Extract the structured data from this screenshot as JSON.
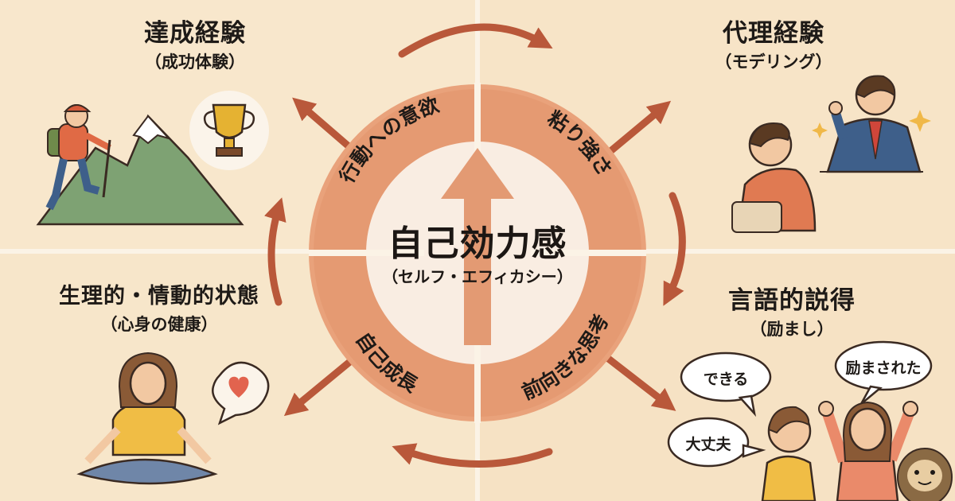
{
  "center": {
    "title": "自己効力感",
    "subtitle": "（セルフ・エフィカシー）"
  },
  "ring": {
    "top_left": "行動への意欲",
    "top_right": "粘り強さ",
    "bottom_left": "自己成長",
    "bottom_right": "前向きな思考"
  },
  "sources": {
    "top_left": {
      "title": "達成経験",
      "subtitle": "（成功体験）"
    },
    "top_right": {
      "title": "代理経験",
      "subtitle": "（モデリング）"
    },
    "bottom_left": {
      "title": "生理的・情動的状態",
      "subtitle": "（心身の健康）"
    },
    "bottom_right": {
      "title": "言語的説得",
      "subtitle": "（励まし）"
    }
  },
  "speech_bubbles": {
    "dekiru": "できる",
    "hagemasareta": "励まされた",
    "daijoubu": "大丈夫"
  },
  "colors": {
    "ring_outer": "#e8a07a",
    "ring_inner": "#d9825c",
    "center_fill": "#f9ede2",
    "arrow": "#b9583a",
    "center_arrow": "#e39a73"
  },
  "icons": [
    "trophy-icon",
    "heart-icon",
    "mountain-icon",
    "sparkle-icon"
  ]
}
